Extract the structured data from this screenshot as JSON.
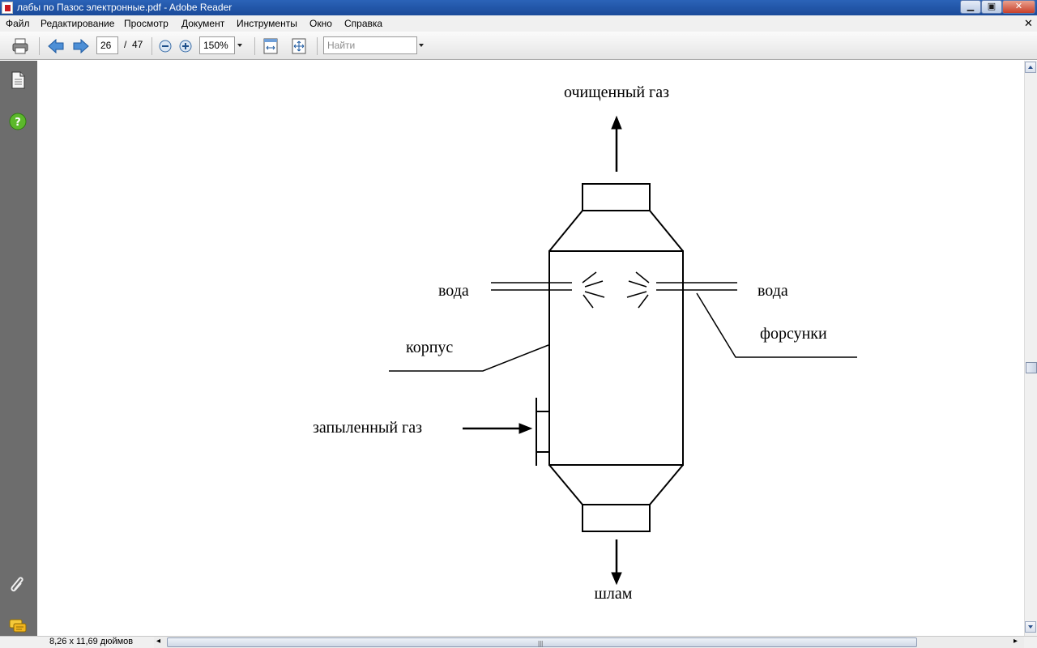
{
  "window": {
    "title": "лабы по Пазос электронные.pdf - Adobe Reader",
    "minimize_glyph": "▁",
    "maximize_glyph": "▣",
    "close_glyph": "✕"
  },
  "menu": {
    "items": [
      "Файл",
      "Редактирование",
      "Просмотр",
      "Документ",
      "Инструменты",
      "Окно",
      "Справка"
    ],
    "doc_close_glyph": "✕"
  },
  "toolbar": {
    "page_current": "26",
    "page_separator": "/",
    "page_total": "47",
    "zoom": "150%",
    "search_placeholder": "Найти"
  },
  "diagram": {
    "labels": {
      "clean_gas": "очищенный газ",
      "water_left": "вода",
      "water_right": "вода",
      "nozzles": "форсунки",
      "body": "корпус",
      "dusty_gas": "запыленный газ",
      "sludge": "шлам"
    }
  },
  "status": {
    "page_size": "8,26 x 11,69 дюймов",
    "scroll_left_glyph": "◂",
    "scroll_right_glyph": "▸",
    "scroll_grip": "|||"
  },
  "colors": {
    "titlebar": "#2b63b8",
    "navpanel": "#6d6d6d",
    "help_icon": "#5cb82b"
  }
}
